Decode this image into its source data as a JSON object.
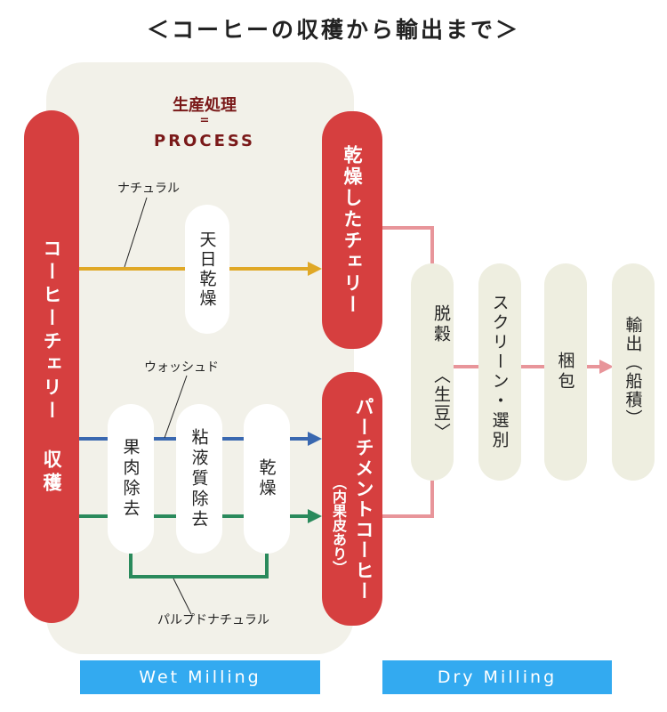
{
  "title": "＜コーヒーの収穫から輸出まで＞",
  "process": {
    "jp": "生産処理",
    "eq": "=",
    "en": "PROCESS"
  },
  "harvest": {
    "label": "コーヒーチェリー 収穫"
  },
  "routes": {
    "natural": "ナチュラル",
    "washed": "ウォッシュド",
    "pulped": "パルプドナチュラル"
  },
  "steps": {
    "sun_dry": "天日乾燥",
    "depulp": "果肉除去",
    "mucilage": "粘液質除去",
    "dry": "乾燥"
  },
  "outputs": {
    "dried_cherry": "乾燥したチェリー",
    "parchment_main": "パーチメントコーヒー",
    "parchment_note": "（内果皮あり）"
  },
  "dry_steps": {
    "hulling_a": "脱穀",
    "hulling_b": "〈生豆〉",
    "screen": "スクリーン・選別",
    "pack": "梱包",
    "export": "輸出（船積）"
  },
  "milling": {
    "wet": "Wet Milling",
    "dry": "Dry Milling"
  },
  "colors": {
    "red": "#d63f3f",
    "natural": "#e0a826",
    "washed": "#3a68b0",
    "pulped": "#2a8a5c",
    "dry_flow": "#e8959a",
    "milling": "#33aaf0",
    "panel": "#f2f1e9",
    "process_text": "#7a1919"
  }
}
